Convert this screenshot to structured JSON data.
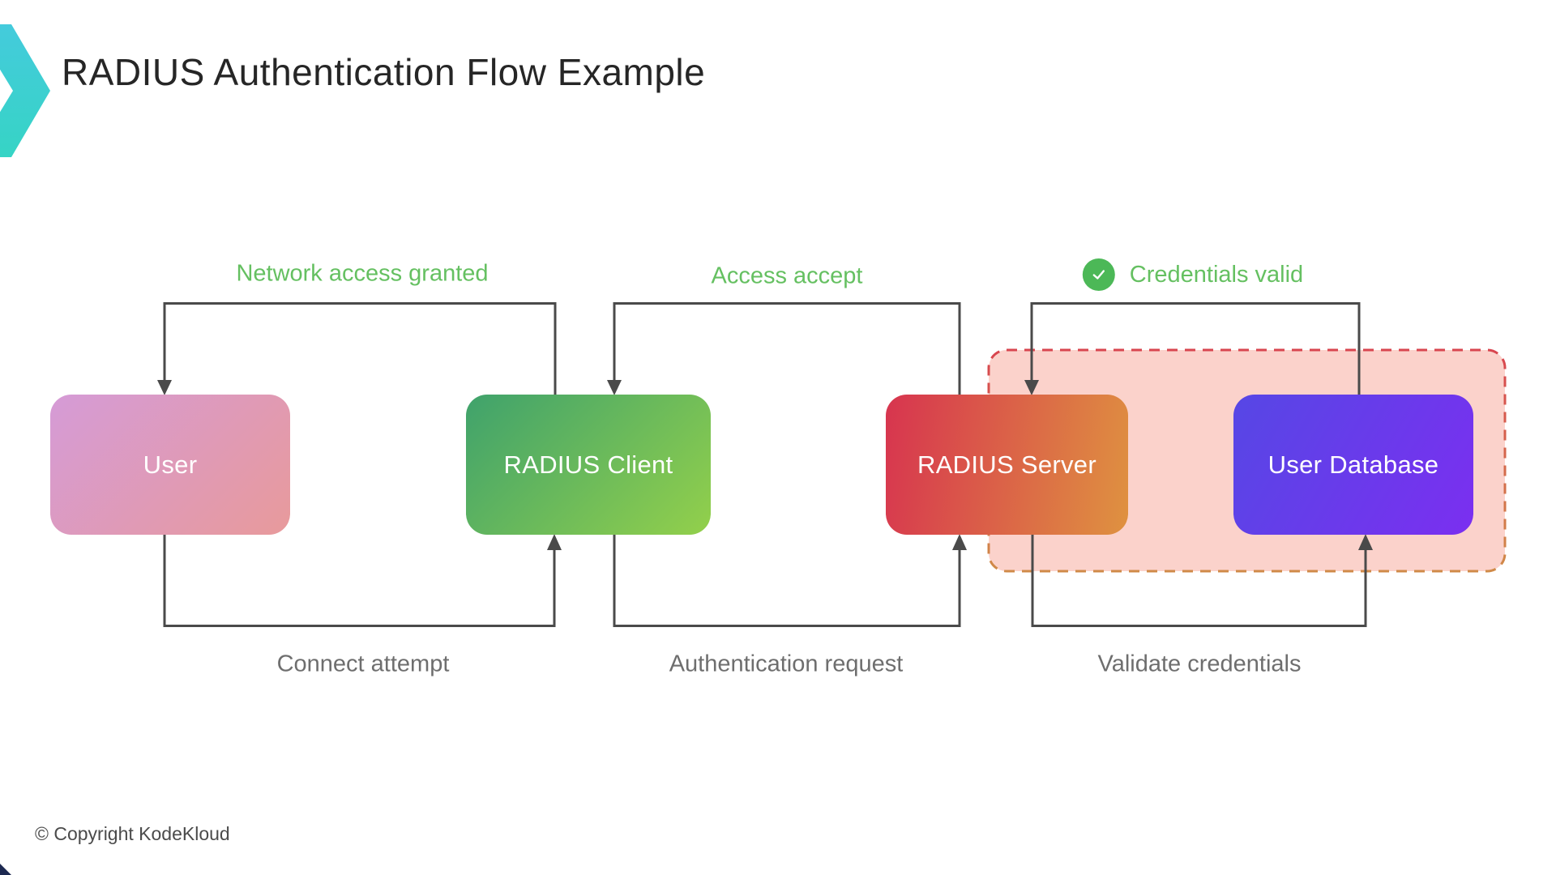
{
  "title": "RADIUS Authentication Flow Example",
  "footer_copyright": "© Copyright KodeKloud",
  "nodes": [
    {
      "name": "user",
      "label": "User",
      "gradient_from": "#d59bd7",
      "gradient_to": "#e89a9b",
      "gradient_angle": "135deg"
    },
    {
      "name": "radius-client",
      "label": "RADIUS Client",
      "gradient_from": "#3fa26c",
      "gradient_to": "#93d04b",
      "gradient_angle": "135deg"
    },
    {
      "name": "radius-server",
      "label": "RADIUS Server",
      "gradient_from": "#d7344f",
      "gradient_to": "#df9240",
      "gradient_angle": "100deg"
    },
    {
      "name": "user-database",
      "label": "User Database",
      "gradient_from": "#5647e5",
      "gradient_to": "#7b2ff0",
      "gradient_angle": "120deg"
    }
  ],
  "flows": [
    {
      "position": "top",
      "from": "radius-client",
      "to": "user",
      "label": "Network access granted",
      "status": "success"
    },
    {
      "position": "top",
      "from": "radius-server",
      "to": "radius-client",
      "label": "Access accept",
      "status": "success"
    },
    {
      "position": "top",
      "from": "user-database",
      "to": "radius-server",
      "label": "Credentials valid",
      "status": "success",
      "icon": "check-circle"
    },
    {
      "position": "bottom",
      "from": "user",
      "to": "radius-client",
      "label": "Connect attempt",
      "status": "neutral"
    },
    {
      "position": "bottom",
      "from": "radius-client",
      "to": "radius-server",
      "label": "Authentication request",
      "status": "neutral"
    },
    {
      "position": "bottom",
      "from": "radius-server",
      "to": "user-database",
      "label": "Validate credentials",
      "status": "neutral"
    }
  ],
  "colors": {
    "title_text": "#262626",
    "connector": "#4a4a4a",
    "flow_success_text": "#65c061",
    "flow_neutral_text": "#6e6e6e",
    "check_circle": "#4cb857",
    "panel_fill": "#fbd2cb",
    "panel_border_top": "#d8454f",
    "panel_border_bottom": "#d08a48",
    "logo_teal_top": "#44cbdc",
    "logo_teal_bottom": "#36d4c5",
    "corner_accent": "#1d2951"
  }
}
